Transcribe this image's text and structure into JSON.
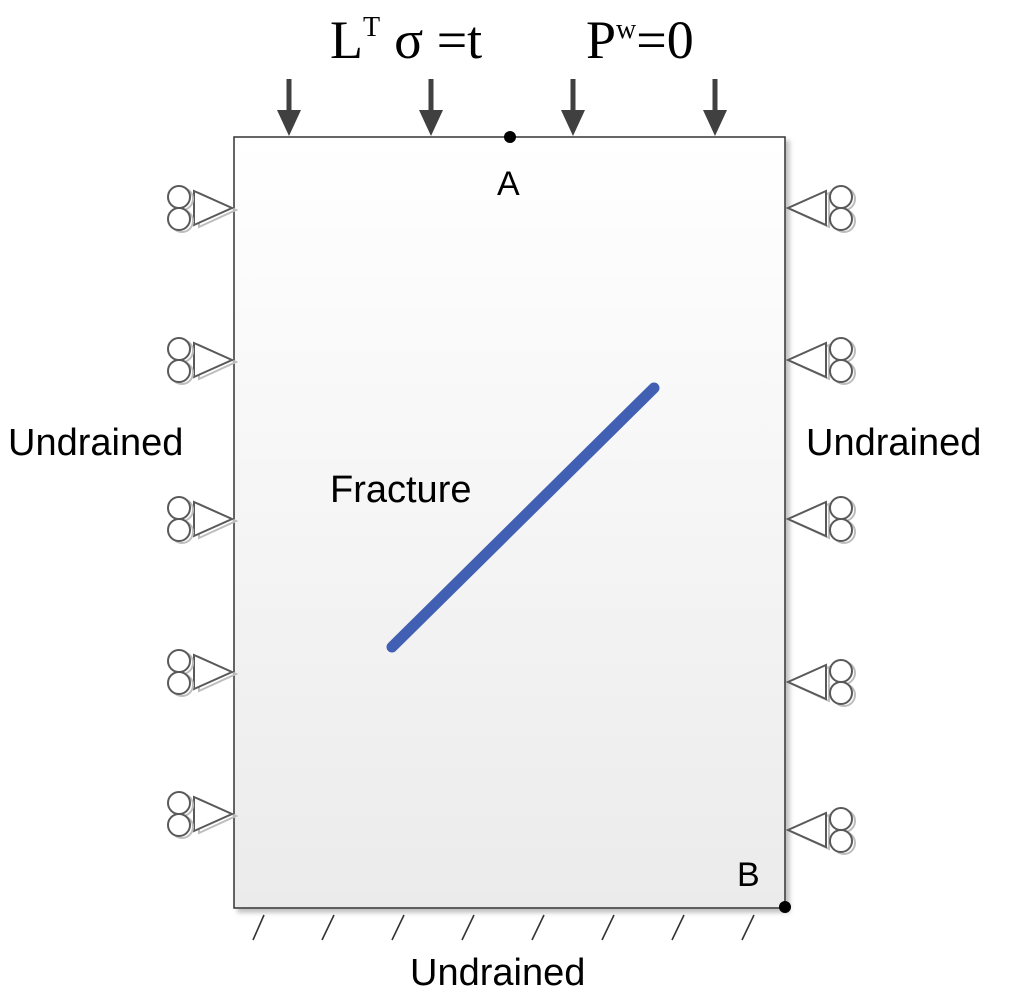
{
  "top_condition": {
    "stress_L": "L",
    "stress_sup": "T",
    "stress_rest": "σ =t",
    "pressure_P": "P",
    "pressure_sup": "w",
    "pressure_rest": "=0"
  },
  "point_a_label": "A",
  "point_b_label": "B",
  "fracture_label": "Fracture",
  "left_boundary_label": "Undrained",
  "right_boundary_label": "Undrained",
  "bottom_boundary_label": "Undrained",
  "colors": {
    "fracture": "#4160b3",
    "domain_top": "#ffffff",
    "domain_bottom": "#ebebeb",
    "arrow": "#404040",
    "outline": "#333333"
  },
  "icons": [
    "load-arrow-icon",
    "roller-support-icon",
    "fixed-hatch-icon"
  ]
}
